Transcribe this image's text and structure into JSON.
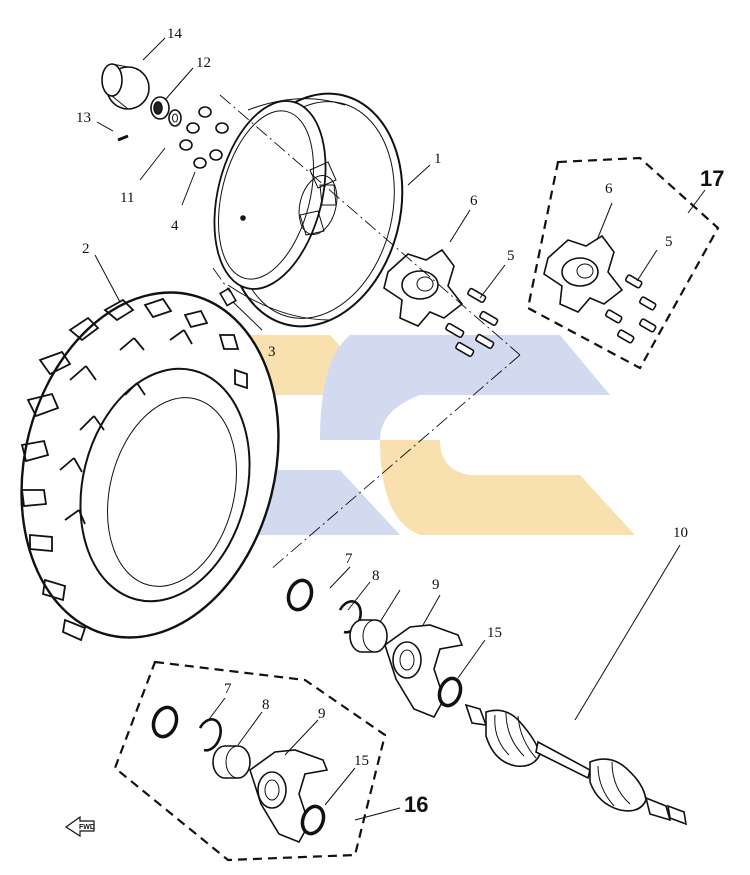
{
  "watermark": {
    "colors": {
      "orange": "#f7dca0",
      "blue": "#c9d4ec"
    }
  },
  "callouts": {
    "c1": "1",
    "c2": "2",
    "c3": "3",
    "c4": "4",
    "c5a": "5",
    "c5b": "5",
    "c6a": "6",
    "c6b": "6",
    "c7a": "7",
    "c7b": "7",
    "c8a": "8",
    "c8b": "8",
    "c9a": "9",
    "c9b": "9",
    "c10": "10",
    "c11": "11",
    "c12": "12",
    "c13": "13",
    "c14": "14",
    "c15a": "15",
    "c15b": "15",
    "c16": "16",
    "c17": "17"
  },
  "fwd_label": "FWD"
}
